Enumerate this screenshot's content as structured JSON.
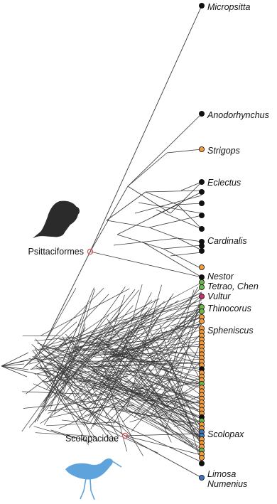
{
  "tip_labels": {
    "micropsitta": "Micropsitta",
    "anodorhynchus": "Anodorhynchus",
    "strigops": "Strigops",
    "eclectus": "Eclectus",
    "cardinalis": "Cardinalis",
    "nestor": "Nestor",
    "tetrao_chen": "Tetrao, Chen",
    "vultur": "Vultur",
    "thinocorus": "Thinocorus",
    "spheniscus": "Spheniscus",
    "scolopax": "Scolopax",
    "limosa": "Limosa",
    "numenius": "Numenius"
  },
  "clade_labels": {
    "psittaciformes": "Psittaciformes",
    "scolopacidae": "Scolopacidae"
  },
  "colors": {
    "edge": "#3a3a3a",
    "black": "#111111",
    "orange": "#f39a3a",
    "green": "#6fb64a",
    "blue": "#3f74b8",
    "magenta": "#c8326e",
    "clade_marker": "#e0505a",
    "silhouette_dark": "#2b2b2b",
    "silhouette_blue": "#5fa3dc"
  },
  "icons": [
    "parrot-silhouette",
    "shorebird-silhouette"
  ]
}
